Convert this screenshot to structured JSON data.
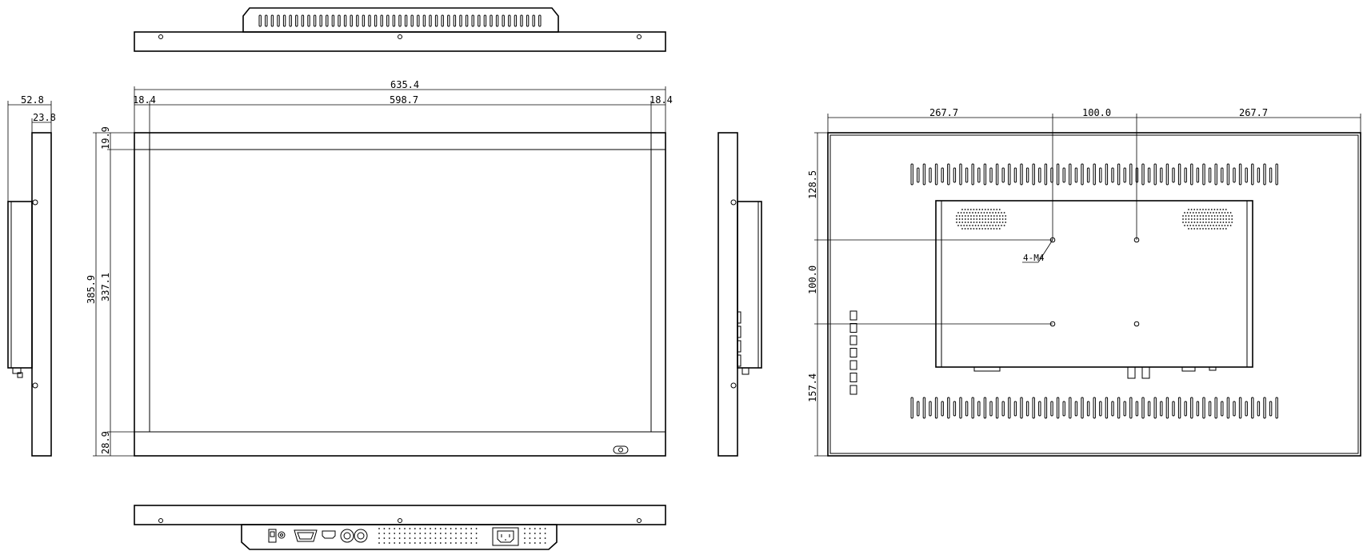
{
  "dimensions": {
    "depth_total": "52.8",
    "depth_front": "23.8",
    "width_total": "635.4",
    "bezel_left": "18.4",
    "active_width": "598.7",
    "bezel_right": "18.4",
    "bezel_top": "19.9",
    "height_total": "385.9",
    "active_height": "337.1",
    "bezel_bottom": "28.9",
    "rear_left": "267.7",
    "rear_vesa_h": "100.0",
    "rear_right": "267.7",
    "rear_top": "128.5",
    "rear_vesa_v": "100.0",
    "rear_bottom": "157.4",
    "vesa_screws": "4-M4"
  },
  "colors": {
    "line": "#000000",
    "background": "#ffffff"
  }
}
